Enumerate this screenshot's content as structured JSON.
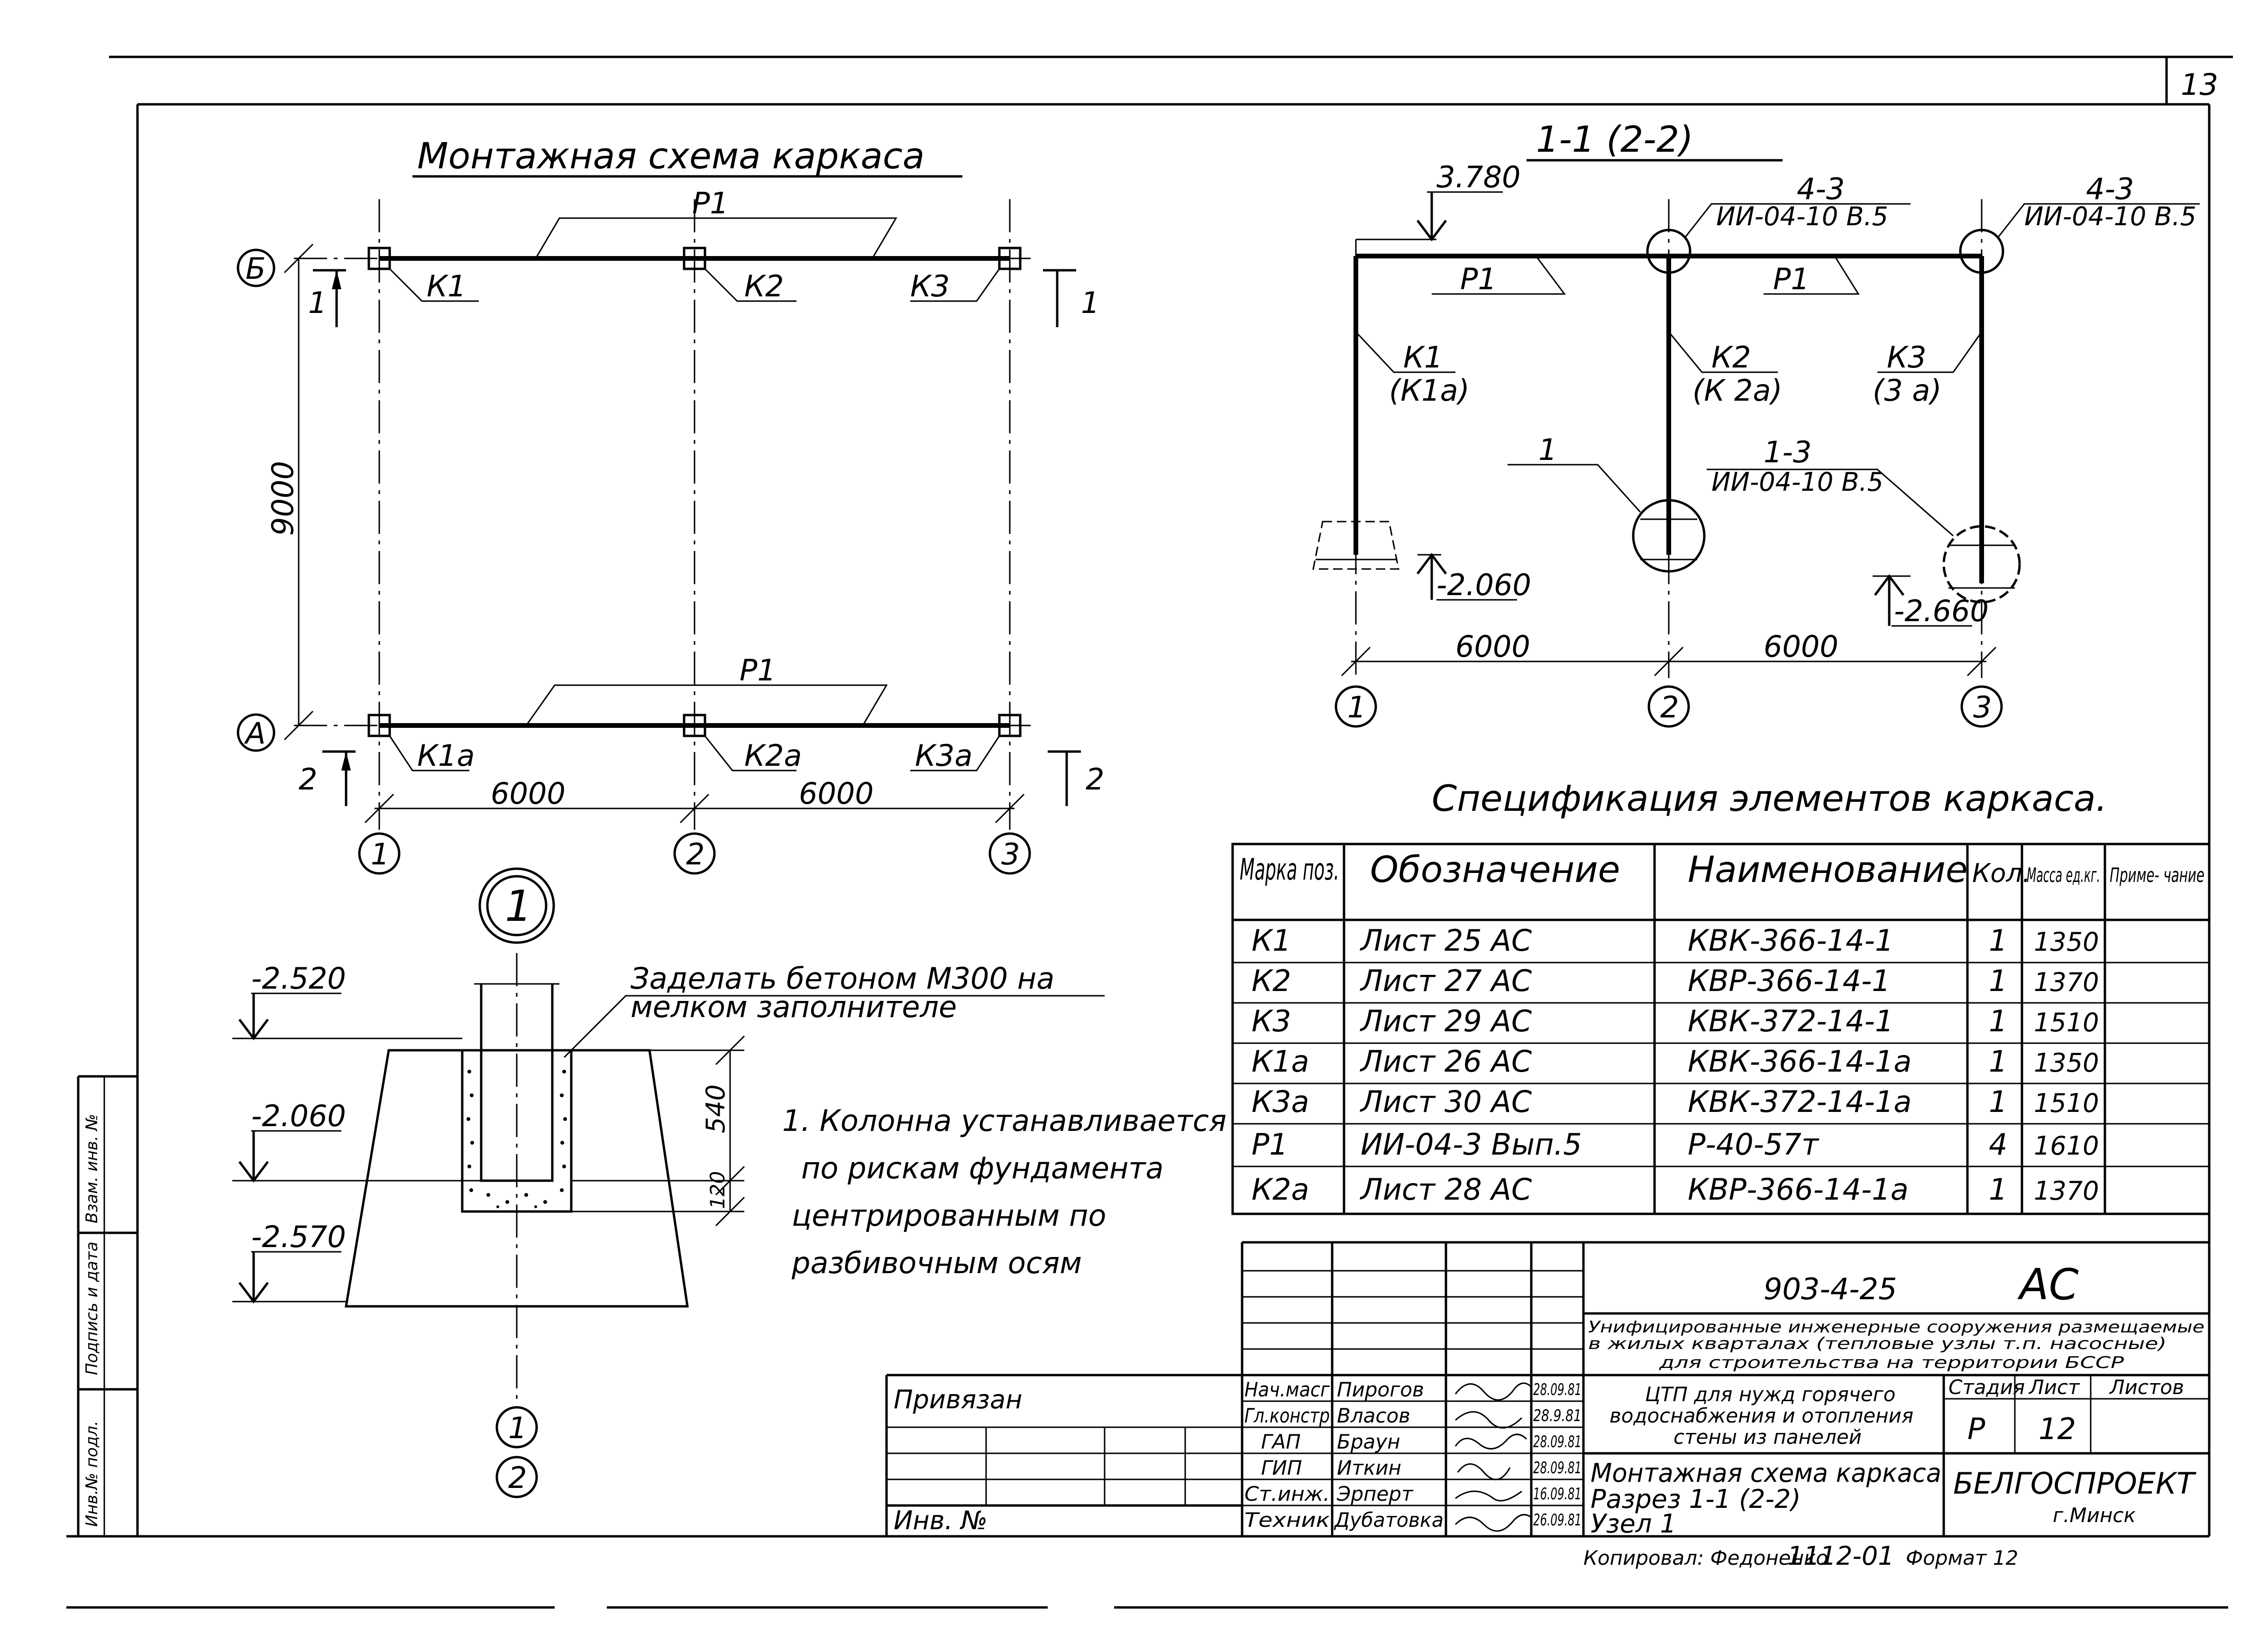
{
  "page_number": "13",
  "plan": {
    "title": "Монтажная схема каркаса",
    "beam_top": "Р1",
    "beam_bottom": "Р1",
    "col_top": [
      "К1",
      "К2",
      "К3"
    ],
    "col_bottom": [
      "К1а",
      "К2а",
      "К3а"
    ],
    "row_axes": [
      "Б",
      "А"
    ],
    "col_axes": [
      "1",
      "2",
      "3"
    ],
    "dim_height": "9000",
    "dim_spans": [
      "6000",
      "6000"
    ],
    "cut1_label": "1",
    "cut2_label": "2"
  },
  "section": {
    "title": "1-1 (2-2)",
    "elev_top": "3.780",
    "beam_labels": [
      "Р1",
      "Р1"
    ],
    "node_label_1": "4-3",
    "node_ref_1": "ИИ-04-10 В.5",
    "node_label_2": "4-3",
    "node_ref_2": "ИИ-04-10 В.5",
    "col_labels": [
      "К1",
      "К2",
      "К3"
    ],
    "col_labels_alt": [
      "(К1а)",
      "(К 2а)",
      "(3 а)"
    ],
    "node_1": "1",
    "node_13": "1-3",
    "node_13_ref": "ИИ-04-10 В.5",
    "elev_left": "-2.060",
    "elev_right": "-2.660",
    "dim_spans": [
      "6000",
      "6000"
    ],
    "axes": [
      "1",
      "2",
      "3"
    ]
  },
  "detail": {
    "badge": "1",
    "note_line1": "Заделать бетоном М300 на",
    "note_line2": "мелком заполнителе",
    "elevs": [
      "-2.520",
      "-2.060",
      "-2.570"
    ],
    "dim_540": "540",
    "dim_120": "120",
    "axis_ref": [
      "1",
      "2"
    ]
  },
  "notes": [
    "1. Колонна устанавливается",
    "по рискам фундамента",
    "центрированным по",
    "разбивочным осям"
  ],
  "spec": {
    "title": "Спецификация элементов каркаса.",
    "headers": [
      "Марка поз.",
      "Обозначение",
      "Наименование",
      "Кол.",
      "Масса ед.кг.",
      "Приме- чание"
    ],
    "rows": [
      [
        "К1",
        "Лист 25 АС",
        "КВК-366-14-1",
        "1",
        "1350",
        ""
      ],
      [
        "К2",
        "Лист 27 АС",
        "КВР-366-14-1",
        "1",
        "1370",
        ""
      ],
      [
        "К3",
        "Лист 29 АС",
        "КВК-372-14-1",
        "1",
        "1510",
        ""
      ],
      [
        "К1а",
        "Лист 26 АС",
        "КВК-366-14-1а",
        "1",
        "1350",
        ""
      ],
      [
        "К3а",
        "Лист 30 АС",
        "КВК-372-14-1а",
        "1",
        "1510",
        ""
      ],
      [
        "Р1",
        "ИИ-04-3 Вып.5",
        "Р-40-57т",
        "4",
        "1610",
        ""
      ],
      [
        "К2а",
        "Лист 28 АС",
        "КВР-366-14-1а",
        "1",
        "1370",
        ""
      ]
    ]
  },
  "stamp": {
    "code": "903-4-25",
    "mark": "АС",
    "desc_lines": [
      "Унифицированные инженерные сооружения размещаемые",
      "в жилых кварталах (тепловые узлы т.п. насосные)",
      "для строительства на территории БССР"
    ],
    "object_lines": [
      "ЦТП для нужд горячего",
      "водоснабжения и отопления",
      "стены из панелей"
    ],
    "stage_headers": [
      "Стадия",
      "Лист",
      "Листов"
    ],
    "stage": "Р",
    "sheet": "12",
    "sheets": "",
    "drawing_lines": [
      "Монтажная схема каркаса",
      "Разрез 1-1 (2-2)",
      "Узел 1"
    ],
    "org": "БЕЛГОСПРОЕКТ",
    "city": "г.Минск",
    "privyazan": "Привязан",
    "inv": "Инв. №",
    "roles": [
      "Нач.масг",
      "Гл.констр",
      "ГАП",
      "ГИП",
      "Ст.инж.",
      "Техник"
    ],
    "names": [
      "Пирогов",
      "Власов",
      "Браун",
      "Иткин",
      "Эрперт",
      "Дубатовка"
    ],
    "dates": [
      "28.09.81",
      "28.9.81",
      "28.09.81",
      "28.09.81",
      "16.09.81",
      "26.09.81"
    ],
    "copied": "Копировал: Федоненко",
    "copy_no": "1112-01",
    "format": "Формат 12"
  },
  "side": [
    "Инв.№ подл.",
    "Подпись и дата",
    "Взам. инв. №"
  ]
}
